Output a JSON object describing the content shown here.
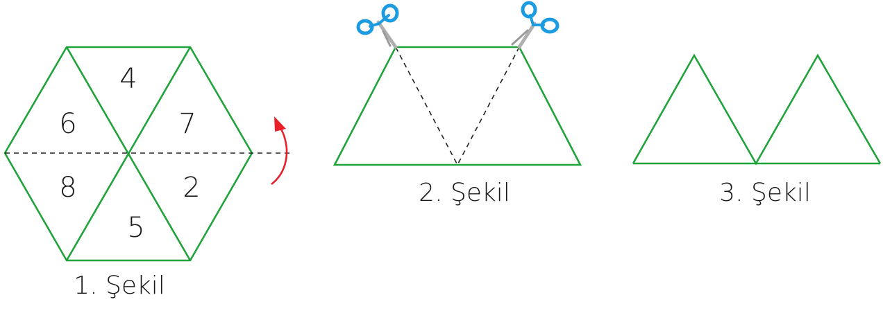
{
  "figures": [
    {
      "caption": "1. Şekil",
      "numbers": [
        "4",
        "6",
        "7",
        "8",
        "2",
        "5"
      ]
    },
    {
      "caption": "2. Şekil"
    },
    {
      "caption": "3. Şekil"
    }
  ],
  "colors": {
    "shape_stroke": "#1fa33a",
    "arrow": "#e8202a",
    "scissor_handle": "#1d9be0",
    "scissor_blade": "#b0b0b0"
  },
  "icons": {
    "rotate_arrow": "curved-arrow-icon",
    "scissors": "scissors-icon"
  }
}
